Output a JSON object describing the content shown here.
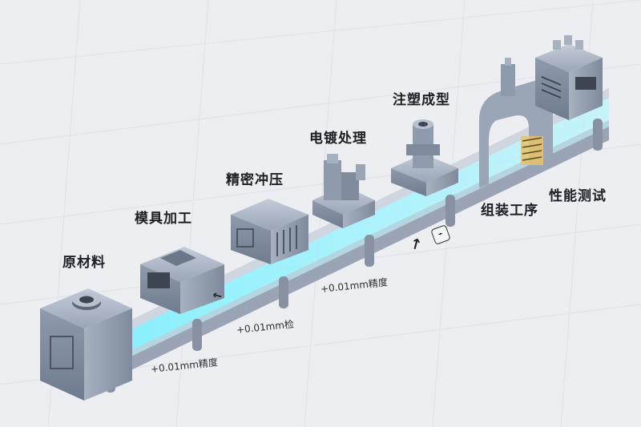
{
  "stages": [
    {
      "label": "原材料"
    },
    {
      "label": "模具加工"
    },
    {
      "label": "精密冲压"
    },
    {
      "label": "电镀处理"
    },
    {
      "label": "注塑成型"
    },
    {
      "label": "组装工序"
    },
    {
      "label": "性能测试"
    }
  ],
  "annotations": [
    {
      "text": "+0.01mm精度"
    },
    {
      "text": "+0.01mm检"
    },
    {
      "text": "+0.01mm精度"
    }
  ],
  "colors": {
    "background": "#eceef2",
    "conveyor_glow": "#5fe3f5",
    "machine_body": "#8d99ab",
    "machine_dark": "#4c5566"
  }
}
